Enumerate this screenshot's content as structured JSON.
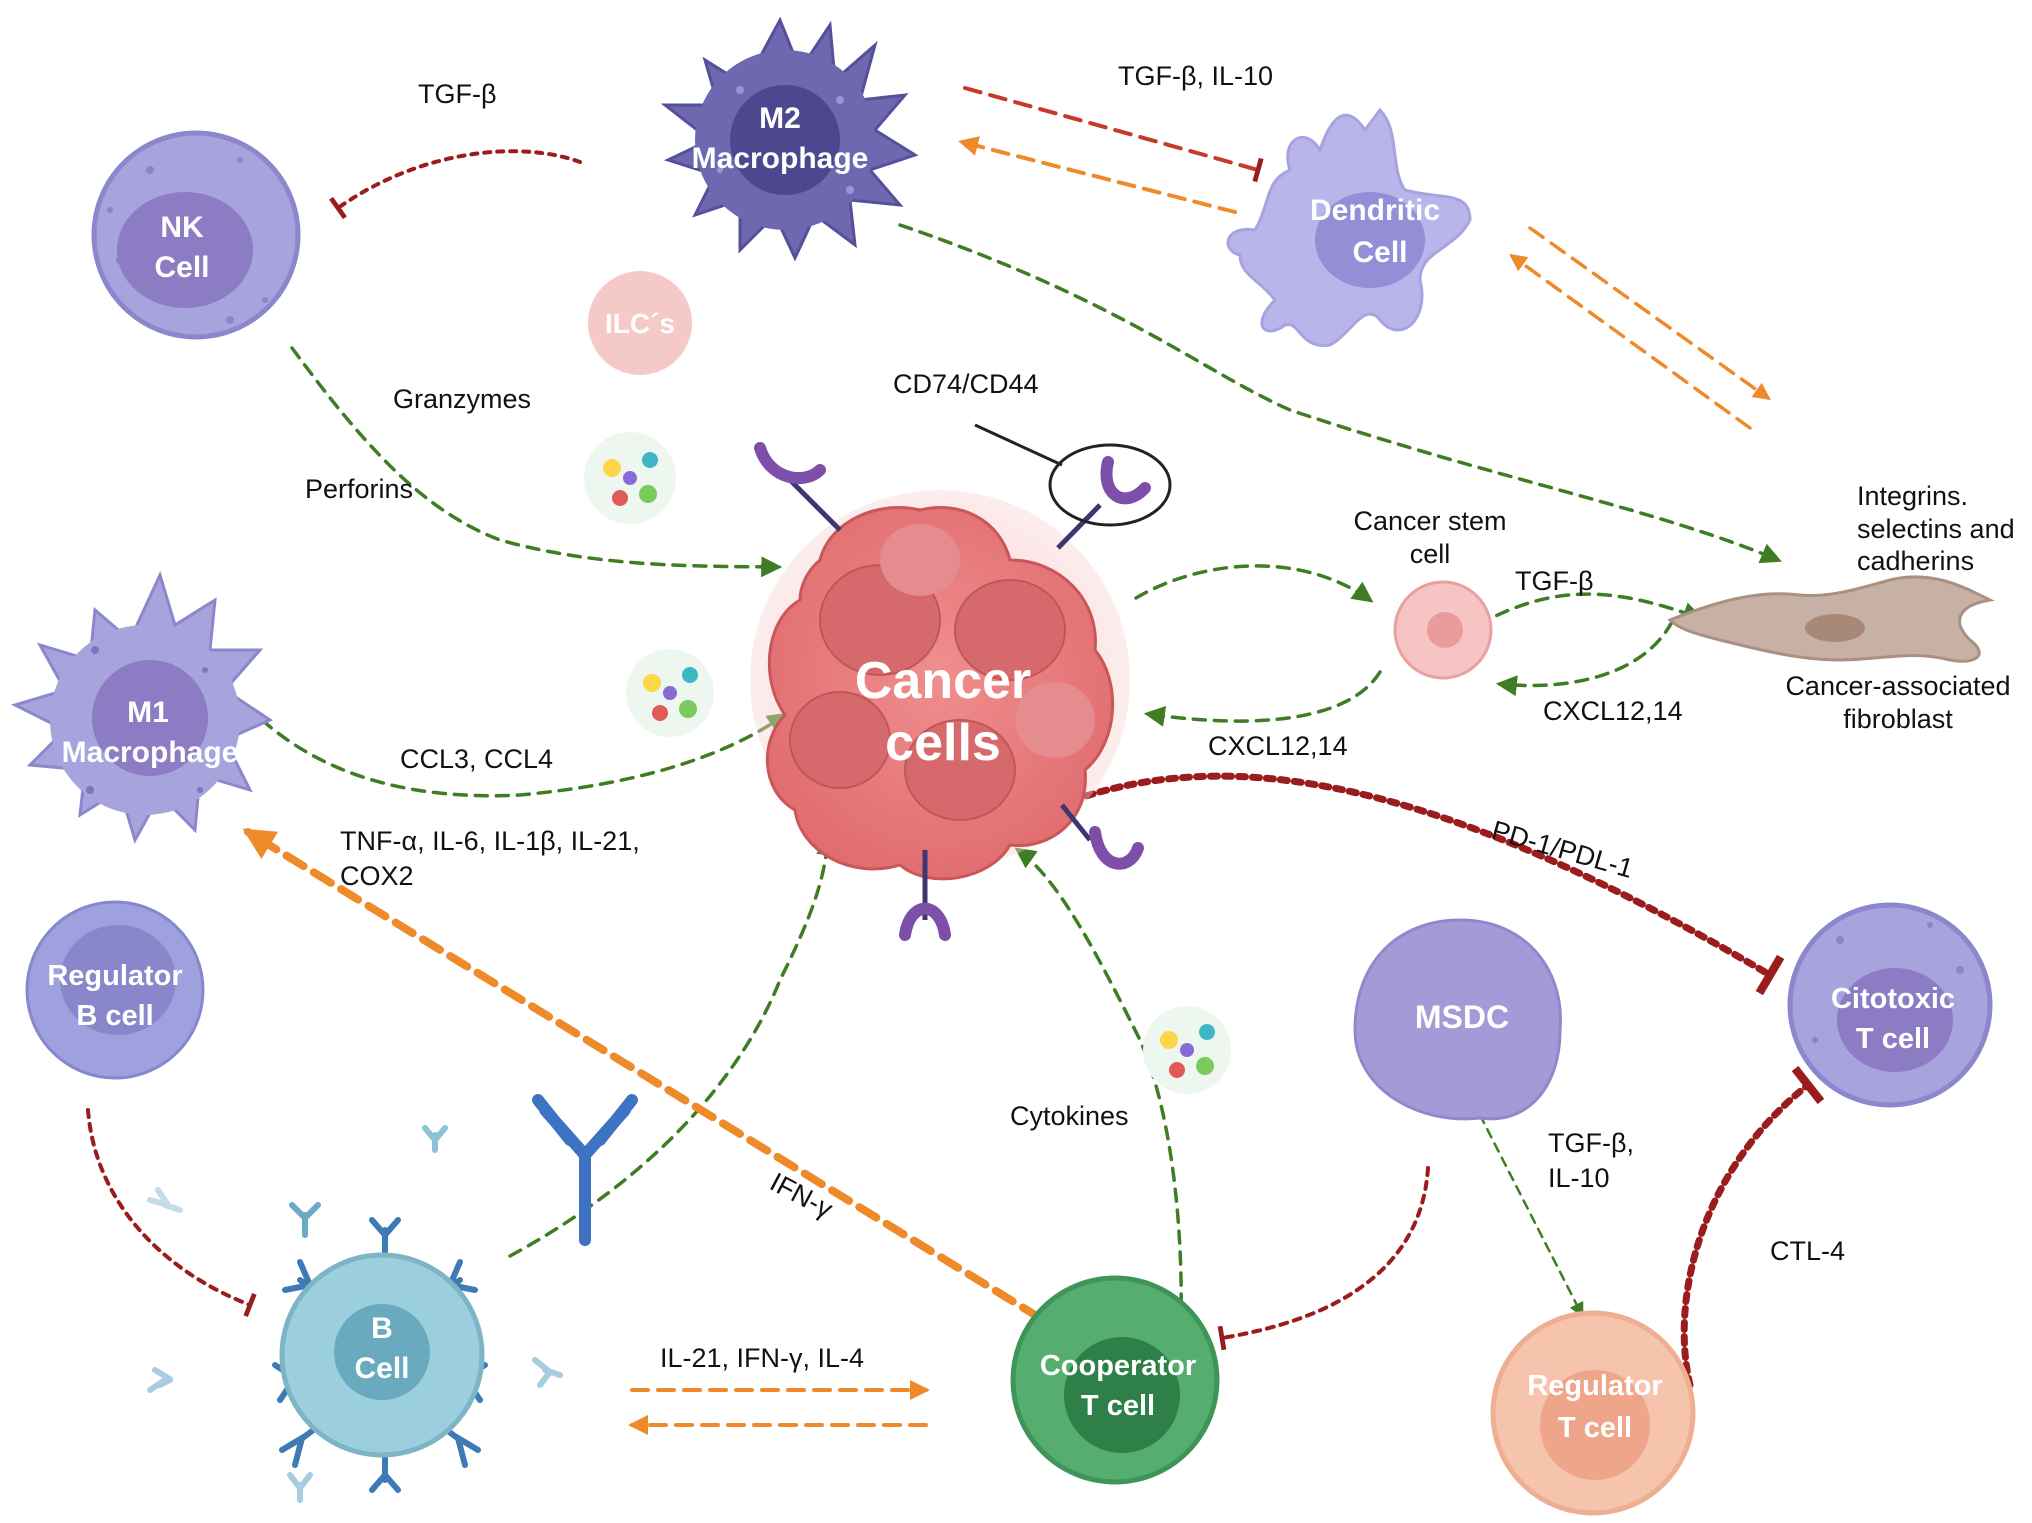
{
  "colors": {
    "activation": "#3f7d24",
    "inhibition": "#9b1c1c",
    "bidirectional": "#ee8a2a",
    "cancer": "#e77f80",
    "macrophage": "#6e68b0",
    "lavender": "#a8a3dc",
    "b_cell": "#8fc7d6",
    "t_cooperator": "#3e9b5c",
    "t_regulator": "#f3b79c"
  },
  "cells": {
    "m2": [
      "M2",
      "Macrophage"
    ],
    "nk": [
      "NK",
      "Cell"
    ],
    "dendritic": [
      "Dendritic",
      "Cell"
    ],
    "ilc": "ILC´s",
    "cancer": [
      "Cancer",
      "cells"
    ],
    "m1": [
      "M1",
      "Macrophage"
    ],
    "regulator_b": [
      "Regulator",
      "B cell"
    ],
    "b": [
      "B",
      "Cell"
    ],
    "msdc": "MSDC",
    "cytotoxic": [
      "Citotoxic",
      "T cell"
    ],
    "cooperator": [
      "Cooperator",
      "T cell"
    ],
    "regulator_t": [
      "Regulator",
      "T cell"
    ],
    "stem": [
      "Cancer stem",
      "cell"
    ],
    "fibroblast": [
      "Cancer-associated",
      "fibroblast"
    ]
  },
  "labels": {
    "tgfb_nk": "TGF-β",
    "tgfb_il10_dc": "TGF-β, IL-10",
    "granzymes": "Granzymes",
    "perforins": "Perforins",
    "cd74": "CD74/CD44",
    "integrins": [
      "Integrins.",
      "selectins and",
      "cadherins"
    ],
    "tgfb_stem": "TGF-β",
    "cxcl_fib": "CXCL12,14",
    "cxcl_stem": "CXCL12,14",
    "ccl": "CCL3, CCL4",
    "tnf": [
      "TNF-α, IL-6, IL-1β, IL-21,",
      "COX2"
    ],
    "pd1": "PD-1/PDL-1",
    "cytokines": "Cytokines",
    "ifn": "IFN-γ",
    "tgfb_il10_msdc": [
      "TGF-β,",
      "IL-10"
    ],
    "ctl4": "CTL-4",
    "il21": "IL-21, IFN-γ, IL-4"
  }
}
